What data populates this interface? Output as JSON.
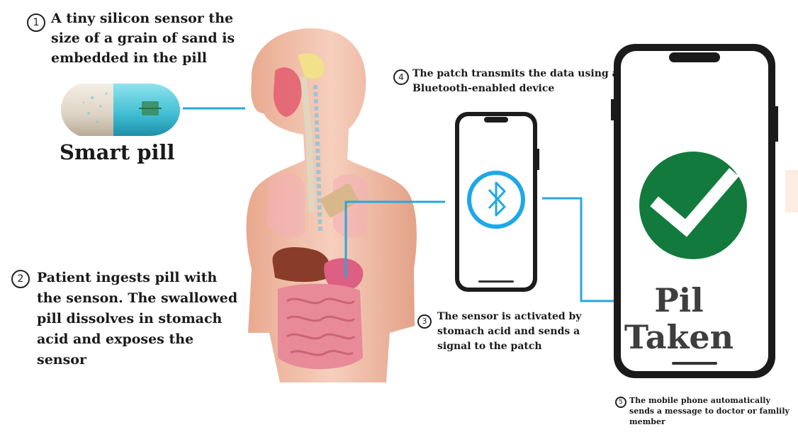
{
  "steps": {
    "s1": {
      "num": "1",
      "text": "A tiny silicon sensor the size of a grain of sand is embedded in the pill"
    },
    "s2": {
      "num": "2",
      "text": "Patient ingests pill with the senson. The swallowed pill dissolves in stomach acid and exposes the sensor"
    },
    "s3": {
      "num": "3",
      "text": "The sensor is activated by stomach acid and sends a signal to the patch"
    },
    "s4": {
      "num": "4",
      "text": "The patch transmits the data using a Bluetooth-enabled device"
    },
    "s5": {
      "num": "5",
      "text": "The mobile phone automatically sends a message to doctor or famlily member"
    }
  },
  "pill_label": "Smart pill",
  "phone_screen": {
    "line1": "Pil",
    "line2": "Taken"
  },
  "colors": {
    "connector": "#27a7df",
    "check_green": "#127a3c",
    "bluetooth": "#1ea8e8",
    "pill_cyan": "#4ec9dc",
    "skin": "#f0bfa8"
  },
  "icons": [
    "bluetooth-icon",
    "checkmark-icon"
  ]
}
